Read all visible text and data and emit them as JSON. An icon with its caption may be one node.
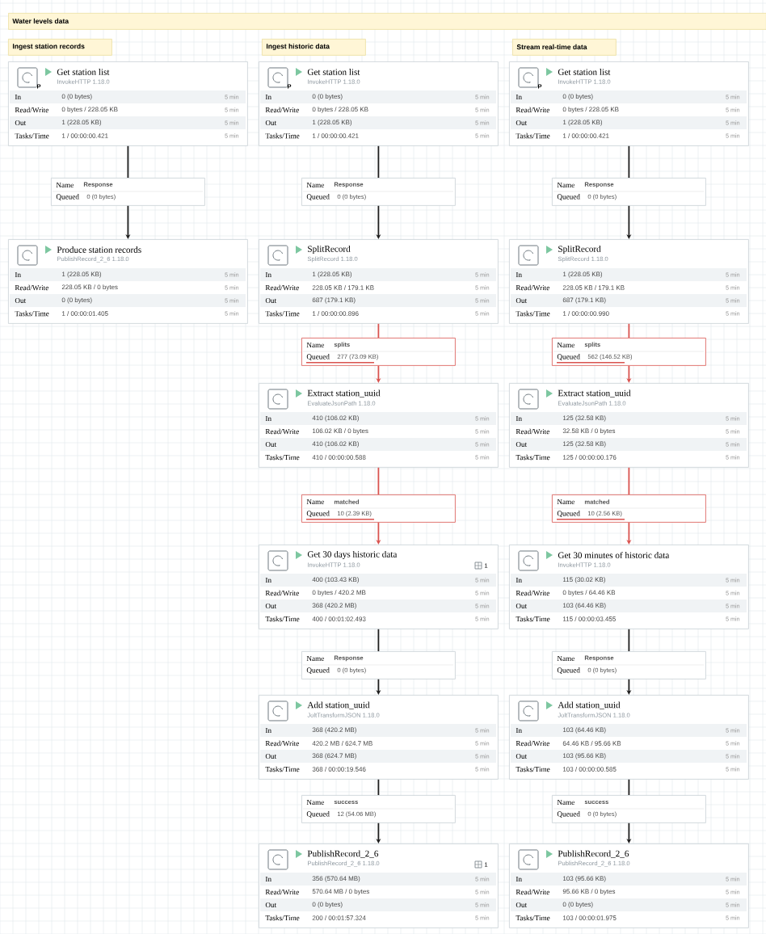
{
  "diagram": {
    "nodes": [
      {
        "text": [
          "Water levels data"
        ]
      },
      {
        "text": [
          "Ingest station records"
        ]
      },
      {
        "text": [
          "Ingest historic data"
        ]
      },
      {
        "text": [
          "Stream real-time data"
        ]
      },
      {
        "text": [
          "Get station list",
          "InvokeHTTP 1.18.0",
          "In",
          "0 (0 bytes)",
          "5 min",
          "Read/Write",
          "0 bytes / 228.05 KB",
          "5 min",
          "Out",
          "1 (228.05 KB)",
          "5 min",
          "Tasks/Time",
          "1 / 00:00:00.421",
          "5 min",
          "P"
        ]
      },
      {
        "text": [
          "Name",
          "Response",
          "Queued",
          "0 (0 bytes)"
        ]
      },
      {
        "text": [
          "Produce station records",
          "PublishRecord_2_6 1.18.0",
          "In",
          "1 (228.05 KB)",
          "5 min",
          "Read/Write",
          "228.05 KB / 0 bytes",
          "5 min",
          "Out",
          "0 (0 bytes)",
          "5 min",
          "Tasks/Time",
          "1 / 00:00:01.405",
          "5 min"
        ]
      },
      {
        "text": [
          "Get station list",
          "InvokeHTTP 1.18.0",
          "In",
          "0 (0 bytes)",
          "5 min",
          "Read/Write",
          "0 bytes / 228.05 KB",
          "5 min",
          "Out",
          "1 (228.05 KB)",
          "5 min",
          "Tasks/Time",
          "1 / 00:00:00.421",
          "5 min",
          "P"
        ]
      },
      {
        "text": [
          "Name",
          "Response",
          "Queued",
          "0 (0 bytes)"
        ]
      },
      {
        "text": [
          "SplitRecord",
          "SplitRecord 1.18.0",
          "In",
          "1 (228.05 KB)",
          "5 min",
          "Read/Write",
          "228.05 KB / 179.1 KB",
          "5 min",
          "Out",
          "687 (179.1 KB)",
          "5 min",
          "Tasks/Time",
          "1 / 00:00:00.896",
          "5 min"
        ]
      },
      {
        "text": [
          "Name",
          "splits",
          "Queued",
          "277 (73.09 KB)"
        ]
      },
      {
        "text": [
          "Extract station_uuid",
          "EvaluateJsonPath 1.18.0",
          "In",
          "410 (106.02 KB)",
          "5 min",
          "Read/Write",
          "106.02 KB / 0 bytes",
          "5 min",
          "Out",
          "410 (106.02 KB)",
          "5 min",
          "Tasks/Time",
          "410 / 00:00:00.588",
          "5 min"
        ]
      },
      {
        "text": [
          "Name",
          "matched",
          "Queued",
          "10 (2.39 KB)"
        ]
      },
      {
        "text": [
          "Get 30 days historic data",
          "InvokeHTTP 1.18.0",
          "In",
          "400 (103.43 KB)",
          "5 min",
          "Read/Write",
          "0 bytes / 420.2 MB",
          "5 min",
          "Out",
          "368 (420.2 MB)",
          "5 min",
          "Tasks/Time",
          "400 / 00:01:02.493",
          "5 min",
          "1"
        ]
      },
      {
        "text": [
          "Name",
          "Response",
          "Queued",
          "0 (0 bytes)"
        ]
      },
      {
        "text": [
          "Add station_uuid",
          "JoltTransformJSON 1.18.0",
          "In",
          "368 (420.2 MB)",
          "5 min",
          "Read/Write",
          "420.2 MB / 624.7 MB",
          "5 min",
          "Out",
          "368 (624.7 MB)",
          "5 min",
          "Tasks/Time",
          "368 / 00:00:19.546",
          "5 min"
        ]
      },
      {
        "text": [
          "Name",
          "success",
          "Queued",
          "12 (54.06 MB)"
        ]
      },
      {
        "text": [
          "PublishRecord_2_6",
          "PublishRecord_2_6 1.18.0",
          "In",
          "356 (570.64 MB)",
          "5 min",
          "Read/Write",
          "570.64 MB / 0 bytes",
          "5 min",
          "Out",
          "0 (0 bytes)",
          "5 min",
          "Tasks/Time",
          "200 / 00:01:57.324",
          "5 min",
          "1"
        ]
      },
      {
        "text": [
          "Get station list",
          "InvokeHTTP 1.18.0",
          "In",
          "0 (0 bytes)",
          "5 min",
          "Read/Write",
          "0 bytes / 228.05 KB",
          "5 min",
          "Out",
          "1 (228.05 KB)",
          "5 min",
          "Tasks/Time",
          "1 / 00:00:00.421",
          "5 min",
          "P"
        ]
      },
      {
        "text": [
          "Name",
          "Response",
          "Queued",
          "0 (0 bytes)"
        ]
      },
      {
        "text": [
          "SplitRecord",
          "SplitRecord 1.18.0",
          "In",
          "1 (228.05 KB)",
          "5 min",
          "Read/Write",
          "228.05 KB / 179.1 KB",
          "5 min",
          "Out",
          "687 (179.1 KB)",
          "5 min",
          "Tasks/Time",
          "1 / 00:00:00.990",
          "5 min"
        ]
      },
      {
        "text": [
          "Name",
          "splits",
          "Queued",
          "562 (146.52 KB)"
        ]
      },
      {
        "text": [
          "Extract station_uuid",
          "EvaluateJsonPath 1.18.0",
          "In",
          "125 (32.58 KB)",
          "5 min",
          "Read/Write",
          "32.58 KB / 0 bytes",
          "5 min",
          "Out",
          "125 (32.58 KB)",
          "5 min",
          "Tasks/Time",
          "125 / 00:00:00.176",
          "5 min"
        ]
      },
      {
        "text": [
          "Name",
          "matched",
          "Queued",
          "10 (2.56 KB)"
        ]
      },
      {
        "text": [
          "Get 30 minutes of historic data",
          "InvokeHTTP 1.18.0",
          "In",
          "115 (30.02 KB)",
          "5 min",
          "Read/Write",
          "0 bytes / 64.46 KB",
          "5 min",
          "Out",
          "103 (64.46 KB)",
          "5 min",
          "Tasks/Time",
          "115 / 00:00:03.455",
          "5 min"
        ]
      },
      {
        "text": [
          "Name",
          "Response",
          "Queued",
          "0 (0 bytes)"
        ]
      },
      {
        "text": [
          "Add station_uuid",
          "JoltTransformJSON 1.18.0",
          "In",
          "103 (64.46 KB)",
          "5 min",
          "Read/Write",
          "64.46 KB / 95.66 KB",
          "5 min",
          "Out",
          "103 (95.66 KB)",
          "5 min",
          "Tasks/Time",
          "103 / 00:00:00.585",
          "5 min"
        ]
      },
      {
        "text": [
          "Name",
          "success",
          "Queued",
          "0 (0 bytes)"
        ]
      },
      {
        "text": [
          "PublishRecord_2_6",
          "PublishRecord_2_6 1.18.0",
          "In",
          "103 (95.66 KB)",
          "5 min",
          "Read/Write",
          "95.66 KB / 0 bytes",
          "5 min",
          "Out",
          "0 (0 bytes)",
          "5 min",
          "Tasks/Time",
          "103 / 00:00:01.975",
          "5 min"
        ]
      }
    ],
    "edges": [
      {
        "from": 4,
        "to": 5,
        "arrow": "none"
      },
      {
        "from": 5,
        "to": 6,
        "arrow": "to"
      },
      {
        "from": 7,
        "to": 8,
        "arrow": "none"
      },
      {
        "from": 8,
        "to": 9,
        "arrow": "to"
      },
      {
        "from": 9,
        "to": 10,
        "arrow": "none",
        "color": "#d9534f"
      },
      {
        "from": 10,
        "to": 11,
        "arrow": "to",
        "color": "#d9534f"
      },
      {
        "from": 11,
        "to": 12,
        "arrow": "none",
        "color": "#d9534f"
      },
      {
        "from": 12,
        "to": 13,
        "arrow": "to",
        "color": "#d9534f"
      },
      {
        "from": 13,
        "to": 14,
        "arrow": "none"
      },
      {
        "from": 14,
        "to": 15,
        "arrow": "to"
      },
      {
        "from": 15,
        "to": 16,
        "arrow": "none"
      },
      {
        "from": 16,
        "to": 17,
        "arrow": "to"
      },
      {
        "from": 18,
        "to": 19,
        "arrow": "none"
      },
      {
        "from": 19,
        "to": 20,
        "arrow": "to"
      },
      {
        "from": 20,
        "to": 21,
        "arrow": "none",
        "color": "#d9534f"
      },
      {
        "from": 21,
        "to": 22,
        "arrow": "to",
        "color": "#d9534f"
      },
      {
        "from": 22,
        "to": 23,
        "arrow": "none",
        "color": "#d9534f"
      },
      {
        "from": 23,
        "to": 24,
        "arrow": "to",
        "color": "#d9534f"
      },
      {
        "from": 24,
        "to": 25,
        "arrow": "none"
      },
      {
        "from": 25,
        "to": 26,
        "arrow": "to"
      },
      {
        "from": 26,
        "to": 27,
        "arrow": "none"
      },
      {
        "from": 27,
        "to": 28,
        "arrow": "to"
      }
    ]
  }
}
